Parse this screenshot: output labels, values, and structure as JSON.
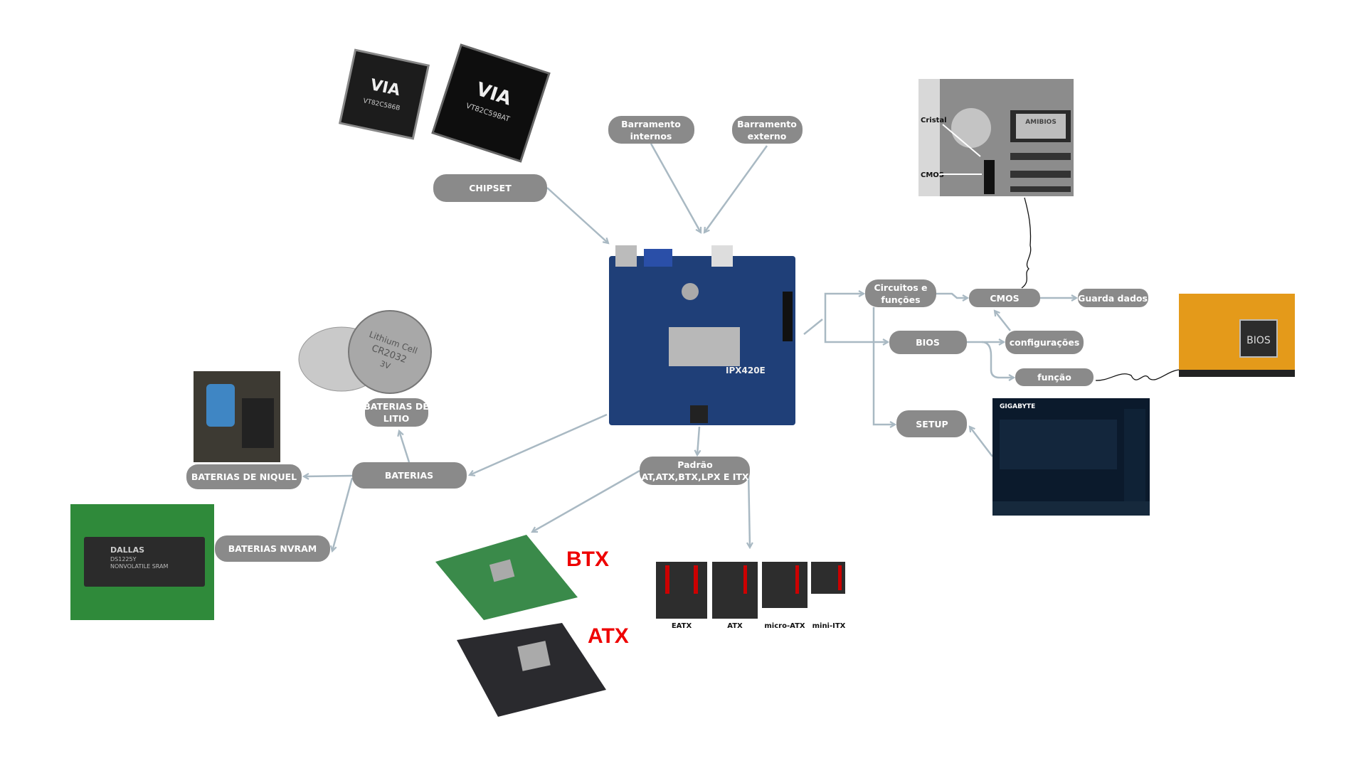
{
  "nodes": {
    "chipset": "CHIPSET",
    "barramento_internos": [
      "Barramento",
      "internos"
    ],
    "barramento_externo": [
      "Barramento",
      "externo"
    ],
    "circuitos": [
      "Circuitos e",
      "funções"
    ],
    "cmos": "CMOS",
    "guarda_dados": "Guarda dados",
    "bios": "BIOS",
    "configuracoes": "configurações",
    "funcao": "função",
    "setup": "SETUP",
    "padrao": [
      "Padrão",
      "AT,ATX,BTX,LPX E ITX"
    ],
    "baterias": "BATERIAS",
    "baterias_litio": [
      "BATERIAS DE",
      "LITIO"
    ],
    "baterias_niquel": "BATERIAS DE NIQUEL",
    "baterias_nvram": "BATERIAS NVRAM"
  },
  "images": {
    "motherboard_text": "IPX420E",
    "chip_brand": "VIA",
    "chip1_text": "VT82C586B",
    "chip2_text": "VT82C598AT",
    "cmos_photo_labels": [
      "Cristal",
      "CMOS"
    ],
    "cmos_photo_chip": "AMIBIOS",
    "bios_photo_text": "BIOS",
    "coin_cell_text": [
      "Lithium Cell",
      "CR2032",
      "3V"
    ],
    "dallas_text": [
      "DALLAS",
      "DS1225Y",
      "NONVOLATILE SRAM"
    ],
    "gigabyte_text": "GIGABYTE",
    "btx_label": "BTX",
    "atx_label": "ATX",
    "form_factors": [
      "EATX",
      "ATX",
      "micro-ATX",
      "mini-ITX"
    ]
  },
  "colors": {
    "node": "#8a8a8a",
    "connector": "#a9b9c3",
    "label_red": "#e00000"
  }
}
